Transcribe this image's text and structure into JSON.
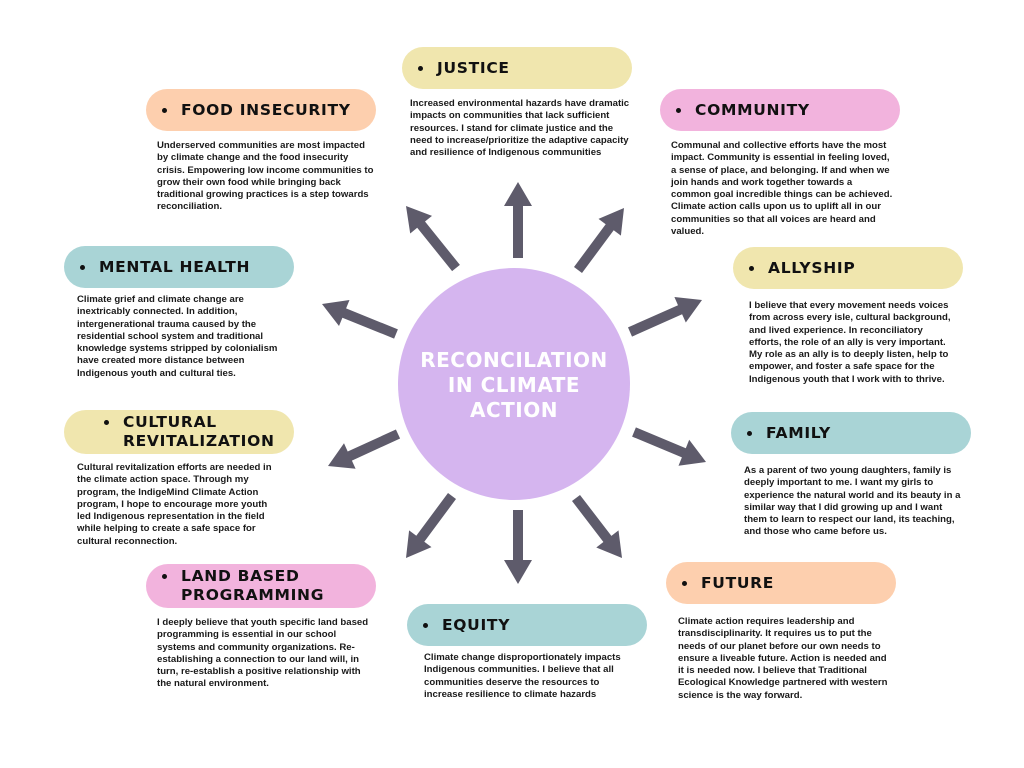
{
  "title": "RECONCILATION IN CLIMATE ACTION",
  "colors": {
    "circle": "#d5b5ef",
    "arrow": "#5e5b6b",
    "yellow": "#f0e6ae",
    "peach": "#fdcfae",
    "pink": "#f2b3dd",
    "teal": "#a9d4d6"
  },
  "nodes": [
    {
      "id": "justice",
      "label": "JUSTICE",
      "color": "#f0e6ae",
      "text": "Increased environmental hazards have dramatic impacts  on communities that lack sufficient resources. I stand for climate justice and the need to increase/prioritize the adaptive capacity and resilience of Indigenous communities"
    },
    {
      "id": "food-insecurity",
      "label": "FOOD INSECURITY",
      "color": "#fdcfae",
      "text": "Underserved communities are most impacted by climate change and the food insecurity crisis. Empowering low income communities to grow their own food while bringing back traditional growing practices is a step towards reconciliation."
    },
    {
      "id": "community",
      "label": "COMMUNITY",
      "color": "#f2b3dd",
      "text": "Communal and collective efforts have the most impact. Community is essential in feeling loved, a sense of place, and belonging. If and when we join hands and work together towards a common goal incredible things can be achieved. Climate action calls upon us to uplift all in our communities so that all voices are heard and valued."
    },
    {
      "id": "mental-health",
      "label": "MENTAL HEALTH",
      "color": "#a9d4d6",
      "text": "Climate grief and climate change are inextricably connected. In addition, intergenerational trauma caused by the residential school system and traditional knowledge systems stripped by colonialism have created more distance between Indigenous youth and cultural ties."
    },
    {
      "id": "allyship",
      "label": "ALLYSHIP",
      "color": "#f0e6ae",
      "text": "I believe that every movement needs voices from across every isle, cultural background, and lived experience. In reconciliatory efforts, the role of an ally is very important. My role as an ally is to deeply listen, help to empower, and foster a safe space for the Indigenous youth that I work with to thrive."
    },
    {
      "id": "cultural-revitalization",
      "label": "CULTURAL REVITALIZATION",
      "color": "#f0e6ae",
      "text": "Cultural revitalization efforts are needed in the climate action space. Through my program, the IndigeMind Climate Action program, I hope to encourage more youth led Indigenous representation in the field while helping to create a safe space for cultural reconnection."
    },
    {
      "id": "family",
      "label": "FAMILY",
      "color": "#a9d4d6",
      "text": "As a parent of two young daughters, family is deeply important to me. I want my girls to experience the natural world and its beauty in a similar way that I did growing up and I want them to learn to respect our land, its teaching, and those who came before us."
    },
    {
      "id": "land-based-programming",
      "label": "LAND BASED PROGRAMMING",
      "color": "#f2b3dd",
      "text": "I deeply believe that youth specific land based programming is essential in our school systems and community organizations. Re-establishing a connection to our land will, in turn, re-establish a positive relationship with the natural environment."
    },
    {
      "id": "equity",
      "label": "EQUITY",
      "color": "#a9d4d6",
      "text": "Climate change disproportionately impacts Indigenous communities. I believe that all communities deserve the resources to increase resilience to climate hazards"
    },
    {
      "id": "future",
      "label": "FUTURE",
      "color": "#fdcfae",
      "text": "Climate action requires leadership and transdisciplinarity. It requires us to put the needs of our planet before our own needs to ensure a liveable future. Action is needed and it is needed now. I believe that Traditional Ecological Knowledge partnered with western science is the way forward."
    }
  ]
}
